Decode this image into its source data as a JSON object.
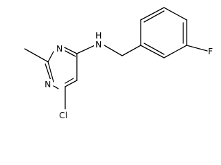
{
  "molecule": {
    "atoms": [
      {
        "id": "N1",
        "label": "N"
      },
      {
        "id": "N3",
        "label": "N"
      },
      {
        "id": "NH",
        "label": "N"
      },
      {
        "id": "H",
        "label": "H"
      },
      {
        "id": "Cl",
        "label": "Cl"
      },
      {
        "id": "F",
        "label": "F"
      }
    ]
  }
}
